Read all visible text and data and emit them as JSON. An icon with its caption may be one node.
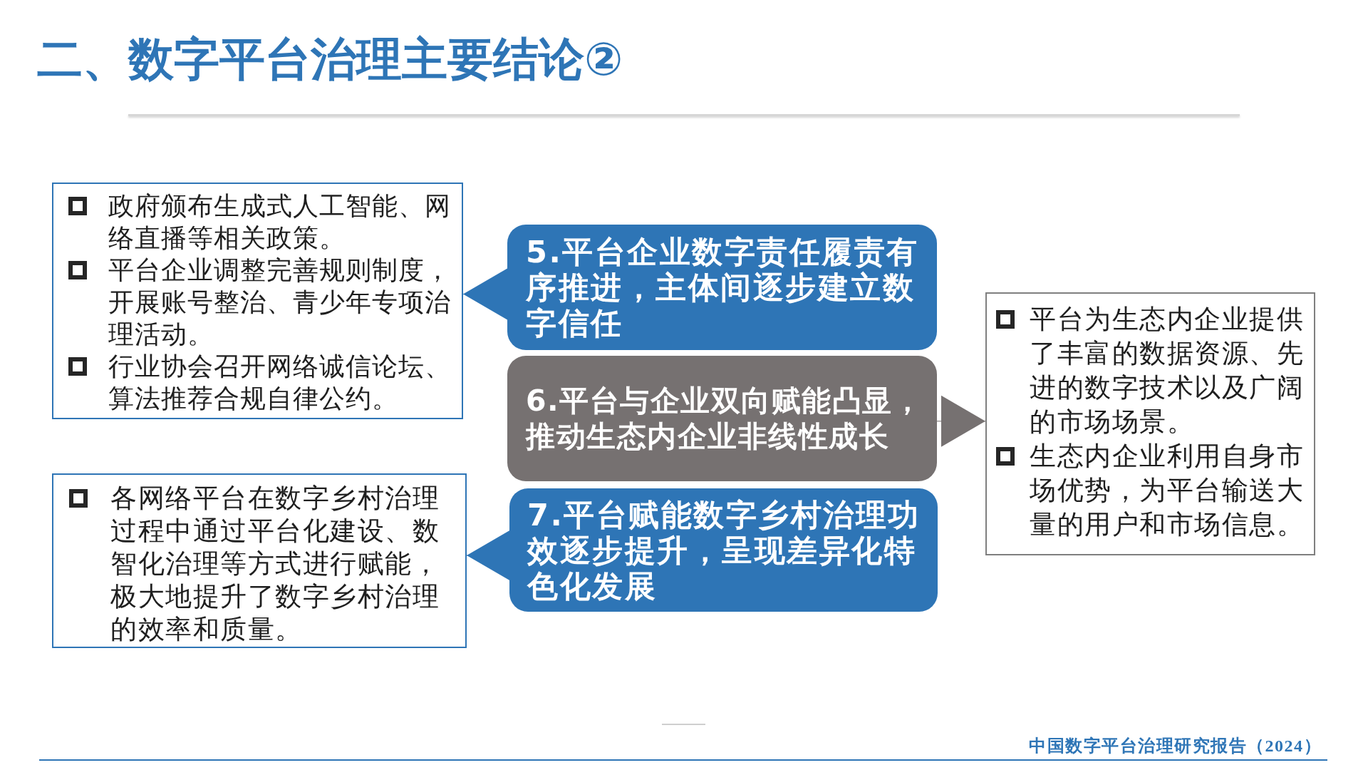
{
  "diagram": {
    "title": "二、数字平台治理主要结论②",
    "nodes": [
      {
        "text": [
          "政府颁布生成式人工智能、网络直播等相关政策。",
          "平台企业调整完善规则制度，开展账号整治、青少年专项治理活动。",
          "行业协会召开网络诚信论坛、算法推荐合规自律公约。"
        ]
      },
      {
        "text": [
          "5.平台企业数字责任履责有序推进，主体间逐步建立数字信任"
        ]
      },
      {
        "text": [
          "6.平台与企业双向赋能凸显，推动生态内企业非线性成长"
        ]
      },
      {
        "text": [
          "7.平台赋能数字乡村治理功效逐步提升，呈现差异化特色化发展"
        ]
      },
      {
        "text": [
          "平台为生态内企业提供了丰富的数据资源、先进的数字技术以及广阔的市场场景。",
          "生态内企业利用自身市场优势，为平台输送大量的用户和市场信息。"
        ]
      },
      {
        "text": [
          "各网络平台在数字乡村治理过程中通过平台化建设、数智化治理等方式进行赋能，极大地提升了数字乡村治理的效率和质量。"
        ]
      }
    ],
    "edges": [
      {
        "from": 1,
        "to": 0,
        "arrow": "to"
      },
      {
        "from": 2,
        "to": 4,
        "arrow": "to",
        "color": "#767171"
      },
      {
        "from": 3,
        "to": 5,
        "arrow": "to"
      }
    ],
    "labels": [
      "中国数字平台治理研究报告（2024）"
    ]
  }
}
